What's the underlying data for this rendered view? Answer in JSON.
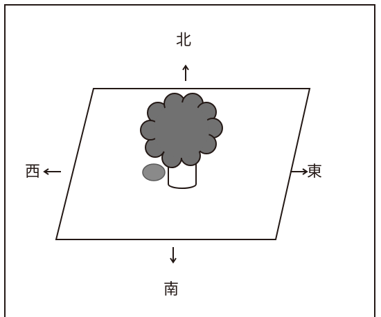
{
  "compass": {
    "north": "北",
    "south": "南",
    "west": "西",
    "east": "東"
  },
  "colors": {
    "line": "#231815",
    "tree_crown": "#717171",
    "shadow": "#8a8a8a",
    "background": "#ffffff"
  }
}
